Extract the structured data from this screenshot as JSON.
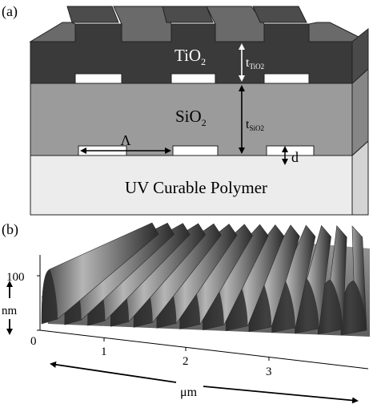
{
  "panel_a": {
    "label": "(a)",
    "layers": {
      "tio2": "TiO",
      "sio2": "SiO",
      "subscript_2": "2",
      "polymer": "UV Curable Polymer"
    },
    "dimensions": {
      "t_symbol": "t",
      "t_tio2_sub": "TiO2",
      "t_sio2_sub": "SiO2",
      "period": "Λ",
      "depth": "d"
    },
    "colors": {
      "tio2_front": "#3a3a3a",
      "tio2_top": "#5a5a5a",
      "sio2": "#9b9b9b",
      "polymer": "#ececec"
    }
  },
  "panel_b": {
    "label": "(b)",
    "z_tick_100": "100",
    "z_tick_0": "0",
    "z_unit": "nm",
    "x_ticks": [
      "1",
      "2",
      "3"
    ],
    "x_unit": "μm",
    "surface_color": "#8a8a8a"
  }
}
